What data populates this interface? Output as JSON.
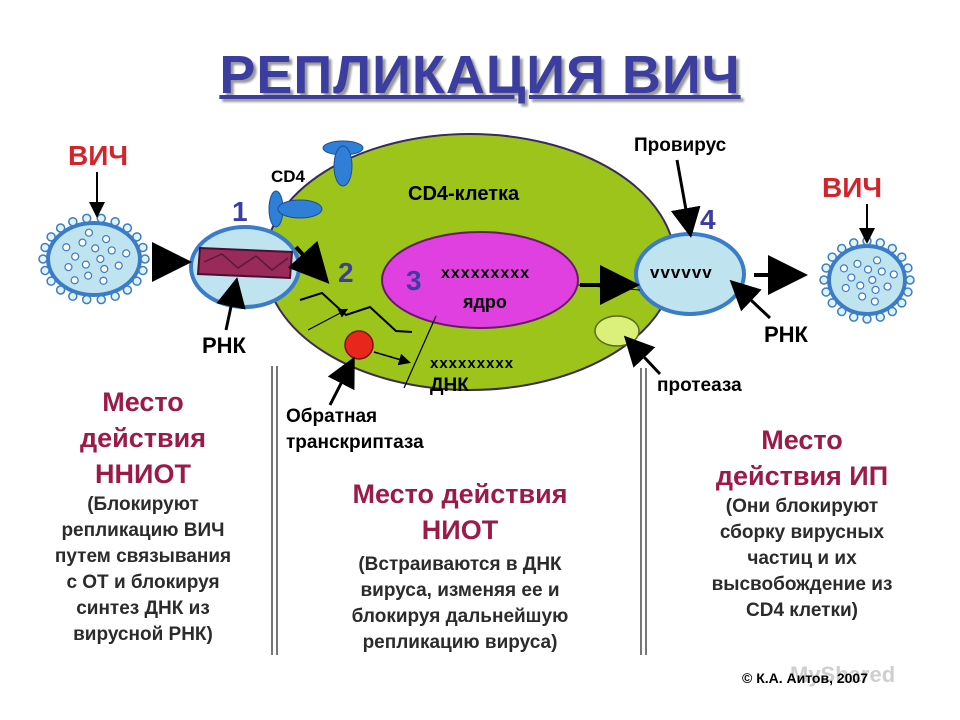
{
  "title": "РЕПЛИКАЦИЯ ВИЧ",
  "labels": {
    "hiv_left": "ВИЧ",
    "hiv_right": "ВИЧ",
    "cd4": "CD4",
    "cell": "CD4-клетка",
    "provirus": "Провирус",
    "rna_left": "РНК",
    "rna_right": "РНК",
    "nucleus": "ядро",
    "nucleus_dna": "xxxxxxxxx",
    "dna_strand": "xxxxxxxxx",
    "dna": "ДНК",
    "protease": "протеаза",
    "rt_line1": "Обратная",
    "rt_line2": "транскриптаза",
    "provirus_rna": "vvvvvv"
  },
  "steps": [
    "1",
    "2",
    "3",
    "4"
  ],
  "sites": {
    "nniot": {
      "heading": [
        "Место",
        "действия",
        "ННИОТ"
      ],
      "note": [
        "(Блокируют",
        "репликацию ВИЧ",
        "путем связывания",
        "с ОТ и блокируя",
        "синтез ДНК из",
        "вирусной РНК)"
      ]
    },
    "niot": {
      "heading": [
        "Место действия",
        "НИОТ"
      ],
      "note": [
        "(Встраиваются в ДНК",
        "вируса, изменяя ее и",
        "блокируя дальнейшую",
        "репликацию вируса)"
      ]
    },
    "ip": {
      "heading": [
        "Место",
        "действия ИП"
      ],
      "note": [
        "(Они блокируют",
        "сборку вирусных",
        "частиц и их",
        "высвобождение из",
        "CD4 клетки)"
      ]
    }
  },
  "copyright": "© К.А. Аитов, 2007",
  "watermark": "MyShared",
  "colors": {
    "title": "#3b3ea0",
    "cell": "#9dc41a",
    "nucleus": "#e040e0",
    "virus": "#bfe3ef",
    "virus_rim": "#3b7cc8",
    "site_heading": "#9c1a48",
    "red_label": "#d4232a"
  }
}
